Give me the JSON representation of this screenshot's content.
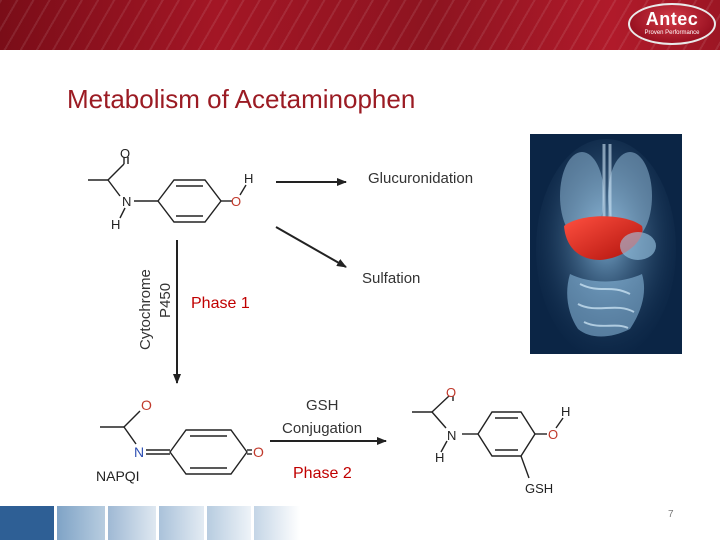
{
  "header": {
    "logo_name": "Antec",
    "logo_tagline": "Proven Performance"
  },
  "slide": {
    "title": "Metabolism of Acetaminophen",
    "page_number": "7"
  },
  "diagram": {
    "pathway_top": "Glucuronidation",
    "pathway_mid": "Sulfation",
    "enzyme_line1": "Cytochrome",
    "enzyme_line2": "P450",
    "phase1": "Phase 1",
    "phase2": "Phase 2",
    "reagent": "GSH",
    "reaction": "Conjugation",
    "intermediate": "NAPQI",
    "product_substituent": "GSH",
    "atoms": {
      "O": "O",
      "N": "N",
      "H": "H"
    }
  },
  "colors": {
    "title": "#9b1b23",
    "phase": "#c00000",
    "banner": "#9c1624"
  }
}
